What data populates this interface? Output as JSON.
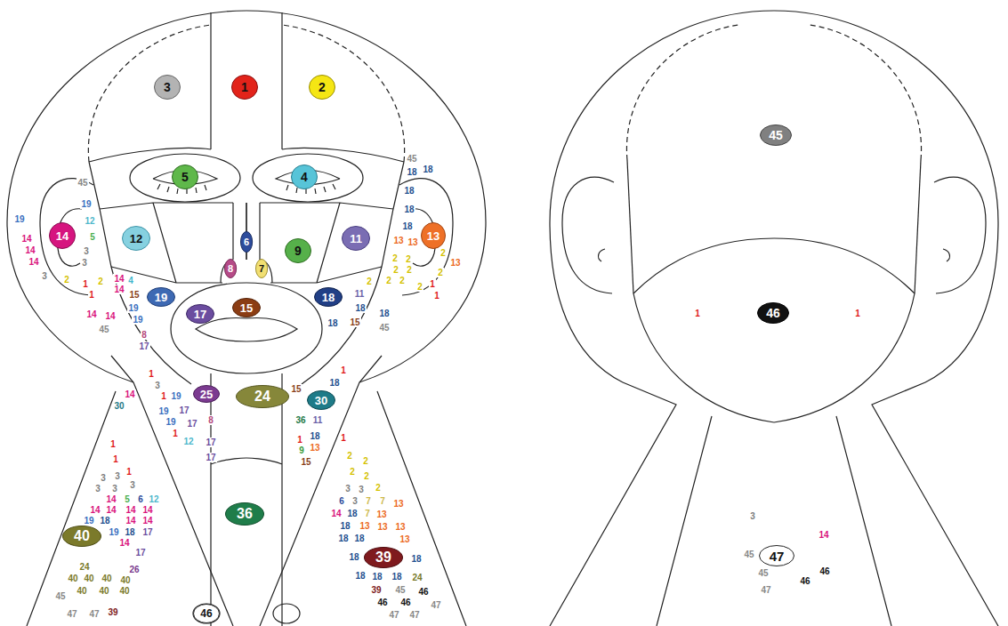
{
  "diagram": {
    "nodes": [
      {
        "text": [
          "3"
        ]
      },
      {
        "text": [
          "1"
        ]
      },
      {
        "text": [
          "2"
        ]
      },
      {
        "text": [
          "5"
        ]
      },
      {
        "text": [
          "4"
        ]
      },
      {
        "text": [
          "6"
        ]
      },
      {
        "text": [
          "9"
        ]
      },
      {
        "text": [
          "11"
        ]
      },
      {
        "text": [
          "12"
        ]
      },
      {
        "text": [
          "14"
        ]
      },
      {
        "text": [
          "13"
        ]
      },
      {
        "text": [
          "8"
        ]
      },
      {
        "text": [
          "7"
        ]
      },
      {
        "text": [
          "19"
        ]
      },
      {
        "text": [
          "18"
        ]
      },
      {
        "text": [
          "17"
        ]
      },
      {
        "text": [
          "15"
        ]
      },
      {
        "text": [
          "25"
        ]
      },
      {
        "text": [
          "24"
        ]
      },
      {
        "text": [
          "30"
        ]
      },
      {
        "text": [
          "36"
        ]
      },
      {
        "text": [
          "40"
        ]
      },
      {
        "text": [
          "39"
        ]
      },
      {
        "text": [
          "46"
        ]
      },
      {
        "text": [
          "45"
        ]
      },
      {
        "text": [
          "46"
        ]
      },
      {
        "text": [
          "47"
        ]
      }
    ],
    "labels": [
      "45",
      "19",
      "19",
      "12",
      "5",
      "14",
      "3",
      "14",
      "14",
      "3",
      "3",
      "2",
      "2",
      "1",
      "1",
      "14",
      "14",
      "45",
      "14",
      "4",
      "14",
      "15",
      "19",
      "19",
      "8",
      "17",
      "1",
      "3",
      "14",
      "1",
      "30",
      "19",
      "19",
      "17",
      "19",
      "17",
      "8",
      "1",
      "12",
      "17",
      "17",
      "45",
      "18",
      "18",
      "18",
      "18",
      "18",
      "13",
      "13",
      "2",
      "2",
      "2",
      "13",
      "2",
      "2",
      "2",
      "2",
      "2",
      "1",
      "2",
      "1",
      "2",
      "11",
      "18",
      "15",
      "18",
      "18",
      "45",
      "15",
      "1",
      "18",
      "36",
      "11",
      "1",
      "18",
      "9",
      "13",
      "15",
      "1",
      "1",
      "1",
      "3",
      "3",
      "3",
      "3",
      "3",
      "14",
      "5",
      "6",
      "12",
      "14",
      "14",
      "14",
      "14",
      "19",
      "18",
      "14",
      "14",
      "19",
      "18",
      "17",
      "14",
      "17",
      "24",
      "26",
      "40",
      "40",
      "40",
      "40",
      "45",
      "40",
      "40",
      "40",
      "47",
      "47",
      "39",
      "1",
      "2",
      "2",
      "2",
      "2",
      "3",
      "3",
      "2",
      "6",
      "3",
      "7",
      "7",
      "13",
      "14",
      "18",
      "7",
      "13",
      "18",
      "13",
      "13",
      "13",
      "18",
      "18",
      "13",
      "18",
      "18",
      "18",
      "18",
      "18",
      "24",
      "39",
      "45",
      "46",
      "46",
      "46",
      "47",
      "47",
      "47",
      "1",
      "1",
      "3",
      "14",
      "45",
      "45",
      "46",
      "46",
      "47"
    ]
  }
}
